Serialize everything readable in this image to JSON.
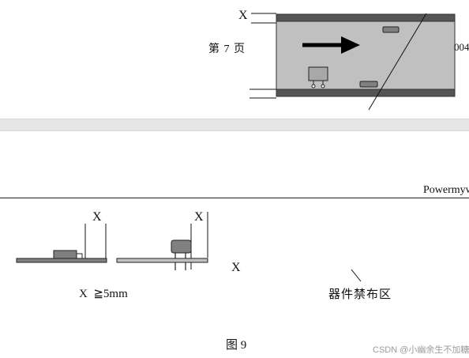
{
  "top_figure": {
    "x_label": "X",
    "page_label": "第 7 页",
    "page_number_fragment": "004"
  },
  "header": {
    "brand_fragment": "Powermyw"
  },
  "bottom_figure": {
    "x_label_left": "X",
    "x_label_middle": "X",
    "x_label_right": "X",
    "spacing_caption": "X  ≧5mm",
    "forbidden_zone_label": "器件禁布区"
  },
  "figure_caption": "图 9",
  "watermark": "CSDN @小幽余生不加糖",
  "colors": {
    "board_dark": "#555555",
    "board_fill": "#c0c0c0",
    "component_fill": "#808080",
    "page_gap": "#e6e6e6"
  }
}
